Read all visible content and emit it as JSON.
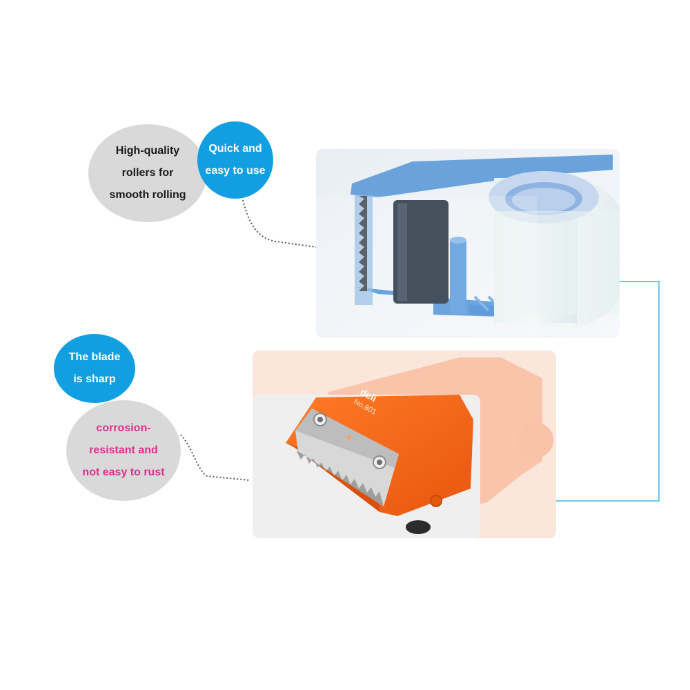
{
  "callouts": {
    "rollers": [
      "High-quality",
      "rollers for",
      "smooth rolling"
    ],
    "easy": [
      "Quick and",
      "easy to use"
    ],
    "blade": [
      "The blade",
      "is sharp"
    ],
    "corrosion": [
      "corrosion-",
      "resistant and",
      "not easy to rust"
    ]
  },
  "product": {
    "brand": "deli",
    "model": "No.801"
  },
  "colors": {
    "callout_blue": "#129fe1",
    "callout_gray": "#d9d9da",
    "corrosion_text": "#e02e8f",
    "dispenser_blue": "#5a9ad6",
    "dispenser_orange": "#f26a1b",
    "connector_line": "#3cb4e6"
  }
}
